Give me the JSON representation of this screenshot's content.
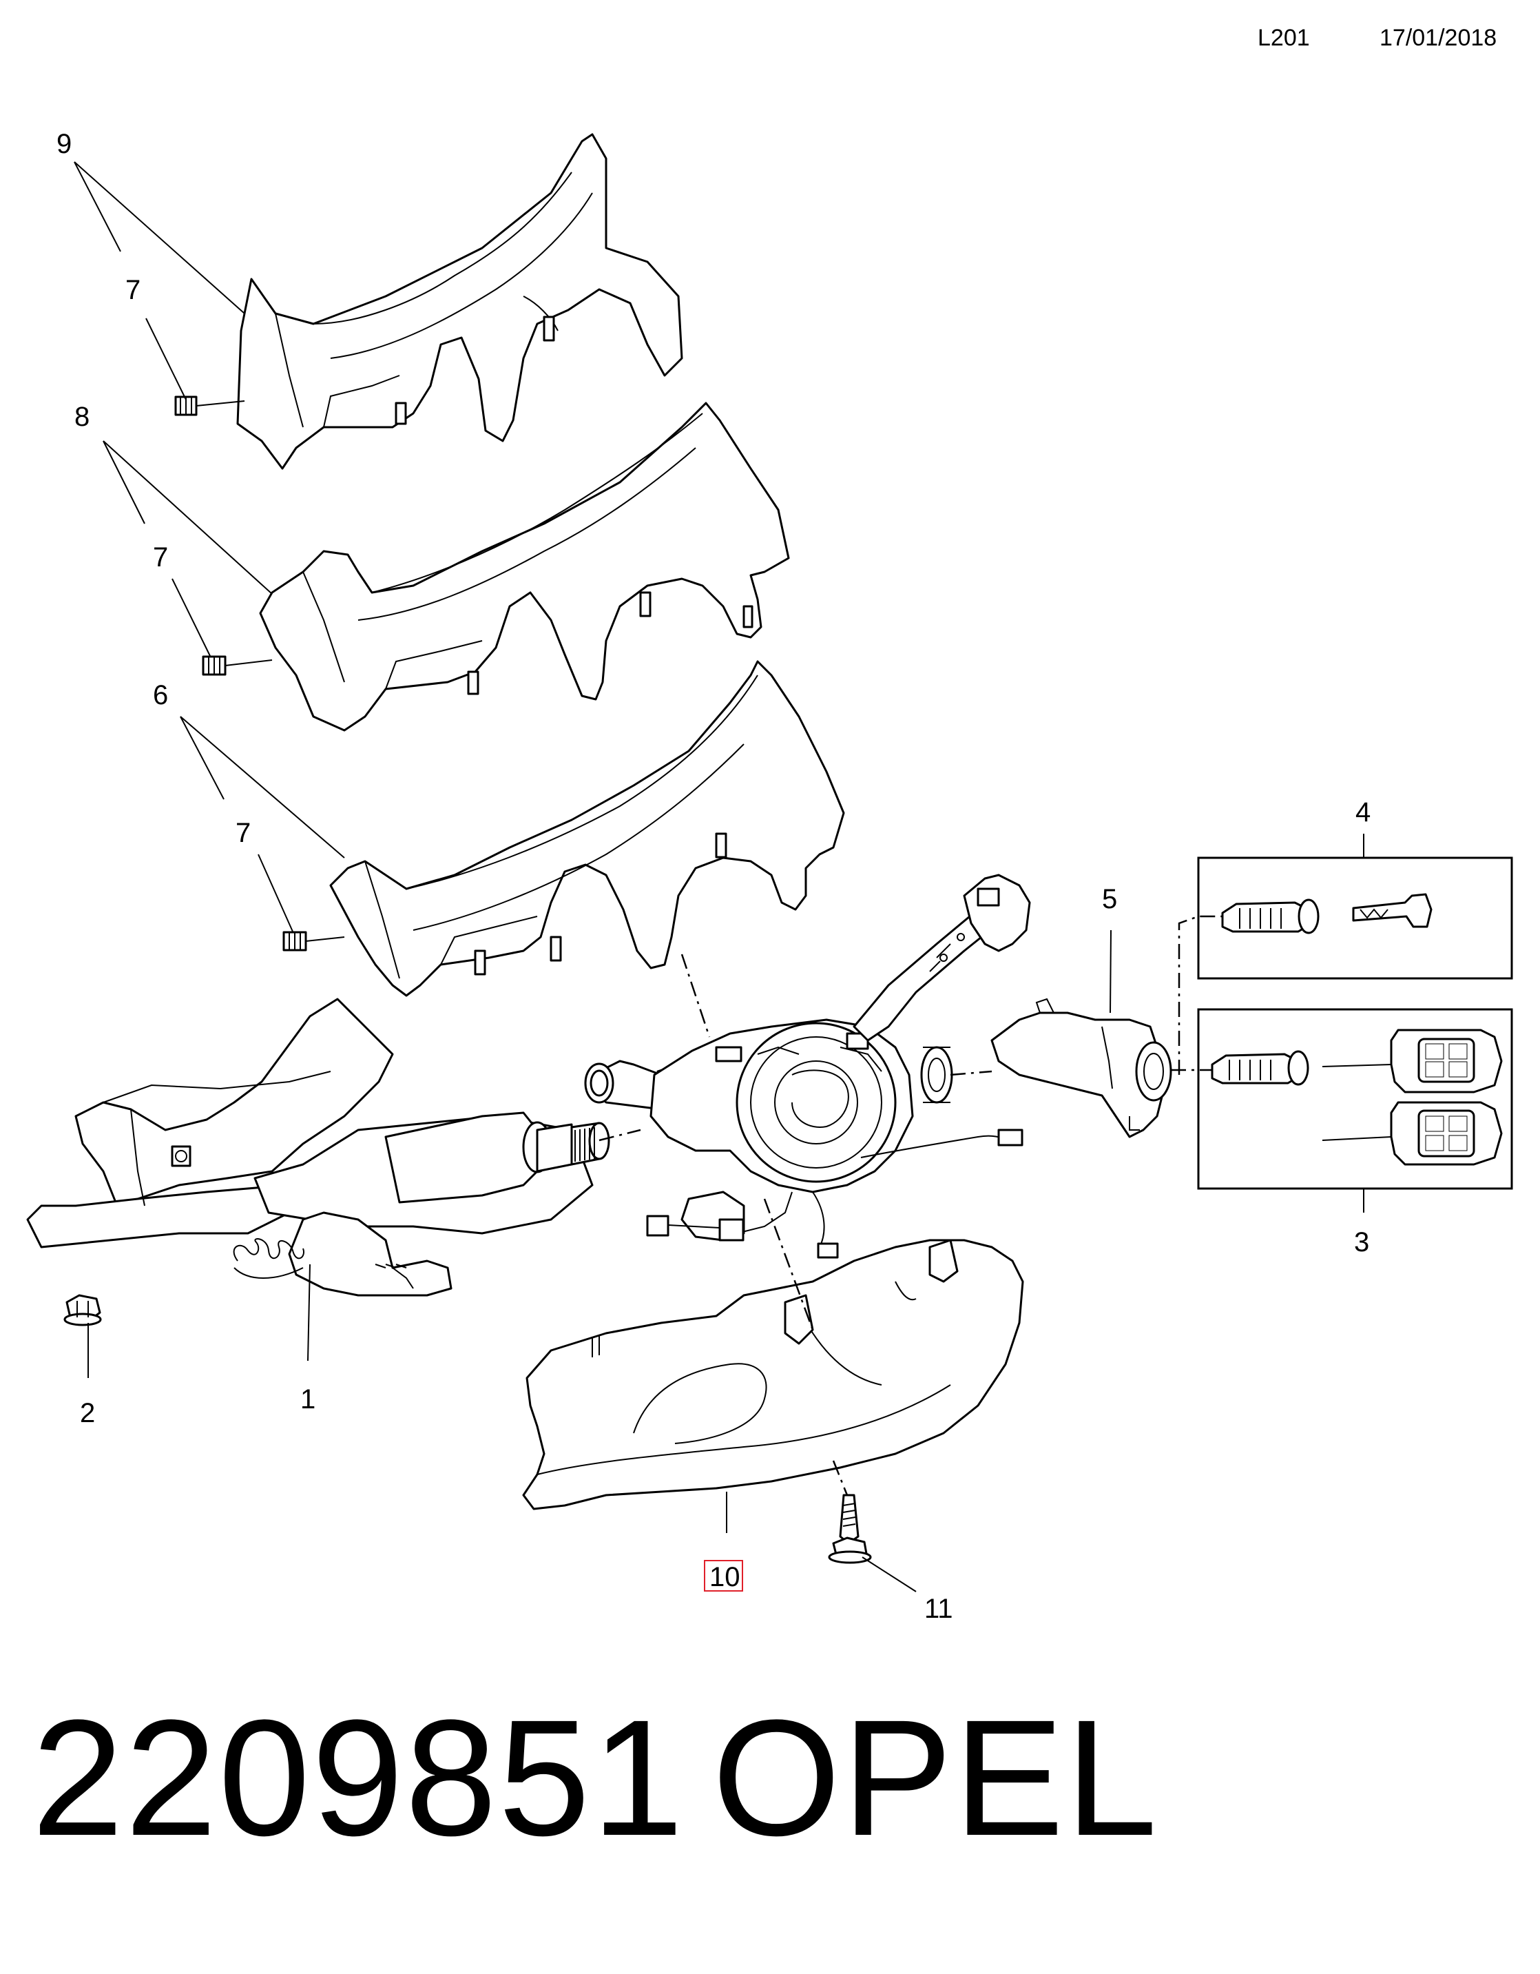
{
  "header": {
    "code": "L201",
    "date": "17/01/2018"
  },
  "callouts": [
    {
      "id": "c9",
      "text": "9"
    },
    {
      "id": "c7a",
      "text": "7"
    },
    {
      "id": "c8",
      "text": "8"
    },
    {
      "id": "c7b",
      "text": "7"
    },
    {
      "id": "c6",
      "text": "6"
    },
    {
      "id": "c7c",
      "text": "7"
    },
    {
      "id": "c4",
      "text": "4"
    },
    {
      "id": "c5",
      "text": "5"
    },
    {
      "id": "c3",
      "text": "3"
    },
    {
      "id": "c1",
      "text": "1"
    },
    {
      "id": "c2",
      "text": "2"
    },
    {
      "id": "c10",
      "text": "10",
      "highlighted": true
    },
    {
      "id": "c11",
      "text": "11"
    }
  ],
  "highlight_color": "#e0202a",
  "footer": {
    "part_number": "2209851",
    "brand": "OPEL"
  }
}
